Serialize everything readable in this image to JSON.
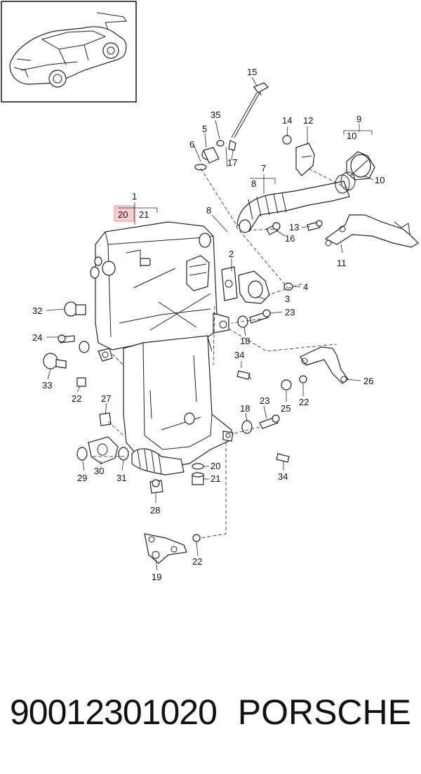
{
  "callouts": {
    "c1": "1",
    "c2": "2",
    "c3": "3",
    "c4": "4",
    "c5": "5",
    "c6": "6",
    "c7": "7",
    "c8a": "8",
    "c8b": "8",
    "c9": "9",
    "c10a": "10",
    "c10b": "10",
    "c11": "11",
    "c12": "12",
    "c13": "13",
    "c14": "14",
    "c15": "15",
    "c16": "16",
    "c17": "17",
    "c18a": "18",
    "c18b": "18",
    "c19": "19",
    "c20a": "20",
    "c20b": "20",
    "c21a": "21",
    "c21b": "21",
    "c22a": "22",
    "c22b": "22",
    "c22c": "22",
    "c23a": "23",
    "c23b": "23",
    "c24": "24",
    "c25": "25",
    "c26": "26",
    "c27": "27",
    "c28": "28",
    "c29": "29",
    "c30": "30",
    "c31": "31",
    "c32": "32",
    "c33": "33",
    "c34a": "34",
    "c34b": "34",
    "c35": "35"
  },
  "footer": {
    "part_number": "90012301020",
    "brand": "PORSCHE"
  },
  "colors": {
    "highlight": "#f6c7c7",
    "line": "#222222"
  }
}
